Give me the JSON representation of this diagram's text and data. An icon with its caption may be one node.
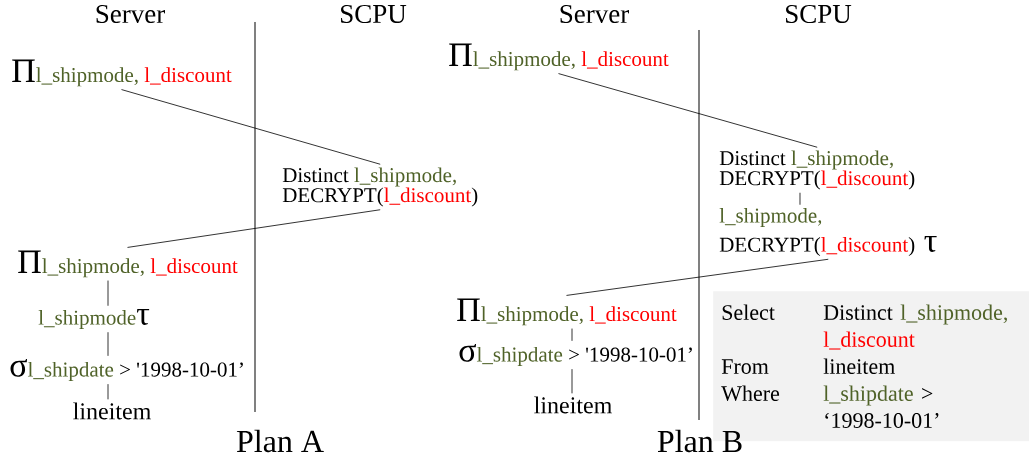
{
  "diagram": {
    "nodes": [
      {
        "text": [
          "Π",
          "l_shipmode,",
          "l_discount"
        ]
      },
      {
        "text": [
          "Distinct",
          "l_shipmode,",
          "DECRYPT(",
          "l_discount",
          ")"
        ]
      },
      {
        "text": [
          "Π",
          "l_shipmode,",
          "l_discount"
        ]
      },
      {
        "text": [
          "l_shipmode",
          "τ"
        ]
      },
      {
        "text": [
          "σ",
          "l_shipdate",
          "> '1998-10-01’"
        ]
      },
      {
        "text": [
          "lineitem"
        ]
      },
      {
        "text": [
          "Π",
          "l_shipmode,",
          "l_discount"
        ]
      },
      {
        "text": [
          "Distinct",
          "l_shipmode,",
          "DECRYPT(",
          "l_discount",
          ")"
        ]
      },
      {
        "text": [
          "l_shipmode,",
          "DECRYPT(",
          "l_discount",
          ")",
          "τ"
        ]
      },
      {
        "text": [
          "Π",
          "l_shipmode,",
          "l_discount"
        ]
      },
      {
        "text": [
          "σ",
          "l_shipdate",
          "> '1998-10-01’"
        ]
      },
      {
        "text": [
          "lineitem"
        ]
      },
      {
        "text": [
          "Select",
          "Distinct",
          "l_shipmode,",
          "l_discount",
          "From",
          "lineitem",
          "Where",
          "l_shipdate",
          ">",
          "‘1998-10-01’"
        ]
      }
    ],
    "edges": [
      {
        "from": 0,
        "to": 1,
        "arrow": "none"
      },
      {
        "from": 1,
        "to": 2,
        "arrow": "none"
      },
      {
        "from": 2,
        "to": 3,
        "arrow": "none"
      },
      {
        "from": 3,
        "to": 4,
        "arrow": "none"
      },
      {
        "from": 4,
        "to": 5,
        "arrow": "none"
      },
      {
        "from": 6,
        "to": 7,
        "arrow": "none"
      },
      {
        "from": 7,
        "to": 8,
        "arrow": "none"
      },
      {
        "from": 8,
        "to": 9,
        "arrow": "none"
      },
      {
        "from": 9,
        "to": 10,
        "arrow": "none"
      },
      {
        "from": 10,
        "to": 11,
        "arrow": "none"
      }
    ],
    "labels": [
      "Server",
      "SCPU",
      "Server",
      "SCPU",
      "Plan A",
      "Plan B"
    ]
  }
}
